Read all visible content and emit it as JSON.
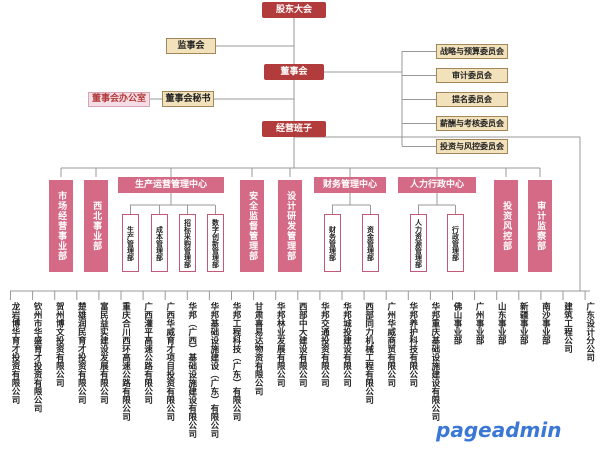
{
  "top": {
    "shareholders": "股东大会",
    "supervisory": "监事会",
    "board": "董事会",
    "board_office": "董事会办公室",
    "board_secretary": "董事会秘书",
    "management": "经营班子"
  },
  "committees": [
    "战略与预算委员会",
    "审计委员会",
    "提名委员会",
    "薪酬与考核委员会",
    "投资与风控委员会"
  ],
  "departments": {
    "market": "市场经营事业部",
    "northwest": "西北事业部",
    "production_center": "生产运营管理中心",
    "production_subs": [
      "生产管理部",
      "成本管理部",
      "招标采购管理部",
      "数字创新管理部"
    ],
    "safety": "安全监督管理部",
    "design": "设计研发管理部",
    "finance_center": "财务管理中心",
    "finance_subs": [
      "财务管理部",
      "资金管理部"
    ],
    "hr_center": "人力行政中心",
    "hr_subs": [
      "人力资源管理部",
      "行政管理部"
    ],
    "investment": "投资风控部",
    "audit": "审计监察部"
  },
  "companies": [
    "龙岩博华育才投资有限公司",
    "钦州市华盛育才投资有限公司",
    "贺州博文投资有限公司",
    "楚雄润民育才投资有限公司",
    "富民益实建设发展有限公司",
    "重庆合川西环高速公路有限公司",
    "广西灌平高速公路有限公司",
    "广西华威育才项目投资有限公司",
    "华邦（广西）基础设施建设有限公司",
    "华邦基础设施建设（广东）有限公司",
    "华邦工程科技（广东）有限公司",
    "甘肃喜易达物资有限公司",
    "华邦林业发展有限公司",
    "西部中大建设有限公司",
    "华邦交通投资有限公司",
    "华邦城投建设有限公司",
    "西部同力机械工程有限公司",
    "广州华威商贸有限公司",
    "华邦养护科技有限公司",
    "华邦重庆基础设施建设有限公司",
    "佛山事业部",
    "广州事业部",
    "山东事业部",
    "新疆事业部",
    "南沙事业部",
    "建筑工程公司",
    "广东设计分公司"
  ],
  "watermark": "pageadmin",
  "colors": {
    "dark_red": "#b23b3b",
    "pink": "#d46a86",
    "gold": "#f2e2bc",
    "line": "#999999"
  }
}
